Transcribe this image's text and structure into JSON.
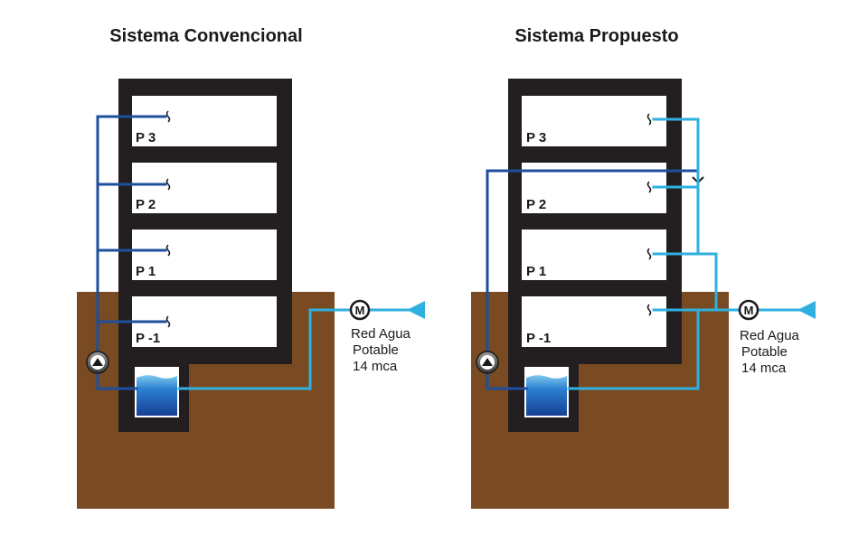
{
  "colors": {
    "ground": "#7a4a22",
    "building": "#231f20",
    "floor": "#ffffff",
    "pipe_dark": "#1d4f9c",
    "pipe_light": "#2fb0e0",
    "tank_top": "#7fc8ee",
    "tank_bottom": "#1b4fa8"
  },
  "panels": [
    {
      "title": "Sistema Convencional",
      "floors": [
        "P 3",
        "P 2",
        "P 1",
        "P -1"
      ],
      "network_label": [
        "Red Agua",
        "Potable",
        "14 mca"
      ],
      "meter_letter": "M"
    },
    {
      "title": "Sistema Propuesto",
      "floors": [
        "P 3",
        "P 2",
        "P 1",
        "P -1"
      ],
      "network_label": [
        "Red Agua",
        "Potable",
        "14 mca"
      ],
      "meter_letter": "M"
    }
  ]
}
